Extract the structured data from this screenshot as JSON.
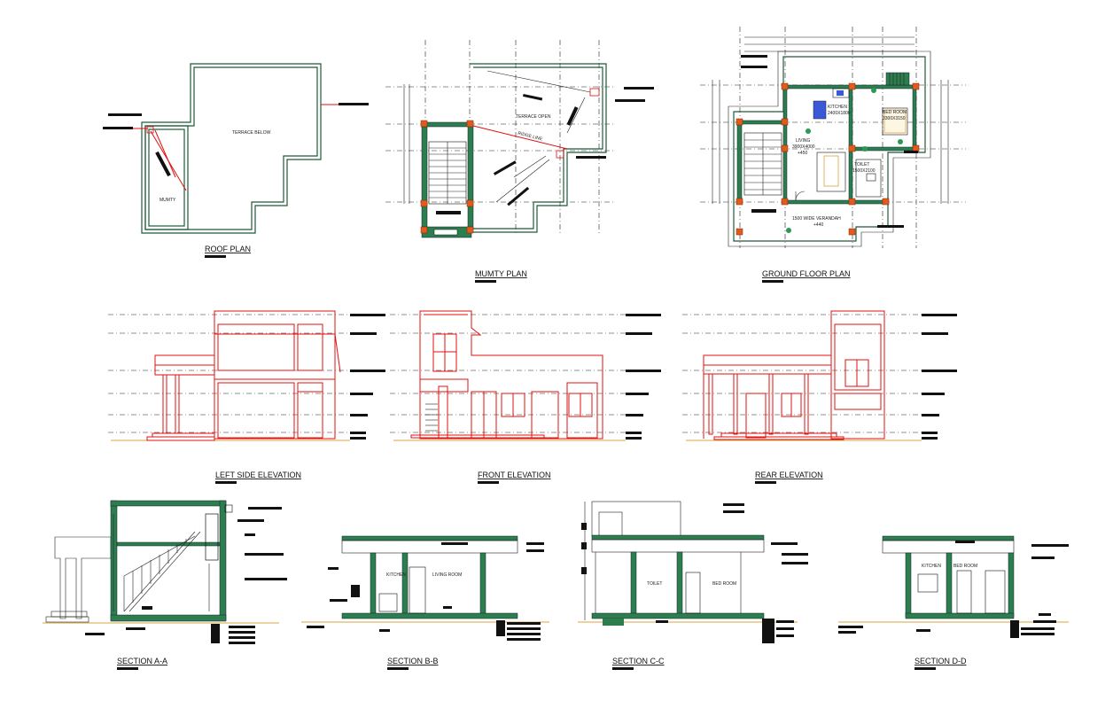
{
  "drawings": {
    "roof_plan": {
      "title": "ROOF PLAN",
      "labels": {
        "terrace": "TERRACE BELOW",
        "mumty": "MUMTY"
      }
    },
    "mumty_plan": {
      "title": "MUMTY PLAN",
      "labels": {
        "terrace": "TERRACE OPEN",
        "ridge": "RIDGE LINE"
      }
    },
    "ground_floor_plan": {
      "title": "GROUND FLOOR PLAN",
      "labels": {
        "kitchen": "KITCHEN",
        "kitchen_size": "2400X1800",
        "bedroom": "BED ROOM",
        "bedroom_size": "3300X3150",
        "living": "LIVING",
        "living_size": "3900X4000",
        "living_level": "+450",
        "toilet": "TOILET",
        "toilet_size": "1500X2100",
        "verandah": "1500 WIDE VERANDAH",
        "verandah_level": "+440"
      }
    },
    "left_elevation": {
      "title": "LEFT SIDE ELEVATION"
    },
    "front_elevation": {
      "title": "FRONT ELEVATION"
    },
    "rear_elevation": {
      "title": "REAR ELEVATION"
    },
    "section_aa": {
      "title": "SECTION A-A"
    },
    "section_bb": {
      "title": "SECTION B-B",
      "labels": {
        "kitchen": "KITCHEN",
        "living": "LIVING ROOM"
      }
    },
    "section_cc": {
      "title": "SECTION C-C",
      "labels": {
        "toilet": "TOILET",
        "bedroom": "BED ROOM"
      }
    },
    "section_dd": {
      "title": "SECTION D-D",
      "labels": {
        "kitchen": "KITCHEN",
        "bedroom": "BED ROOM"
      }
    }
  },
  "colors": {
    "walls": "#2e7d4f",
    "elevation": "#e01010",
    "columns": "#e25a1c",
    "ground": "#d9a441"
  }
}
